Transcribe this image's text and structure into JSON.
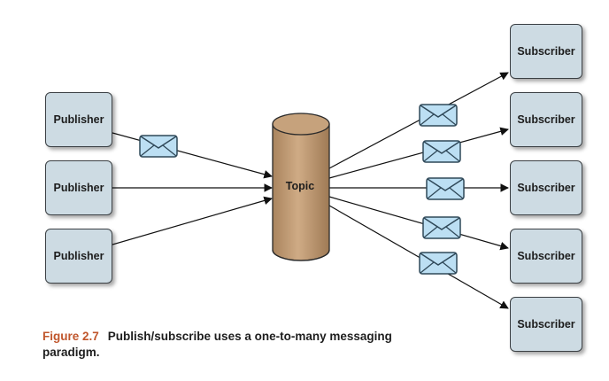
{
  "publishers": [
    "Publisher",
    "Publisher",
    "Publisher"
  ],
  "topic": "Topic",
  "subscribers": [
    "Subscriber",
    "Subscriber",
    "Subscriber",
    "Subscriber",
    "Subscriber"
  ],
  "caption": {
    "figure_label": "Figure 2.7",
    "text": "Publish/subscribe uses a one-to-many messaging paradigm."
  },
  "colors": {
    "box_fill": "#cddbe3",
    "topic_fill": "#c6a27c",
    "envelope_fill": "#bcdff3",
    "figure_label": "#c0562c"
  }
}
